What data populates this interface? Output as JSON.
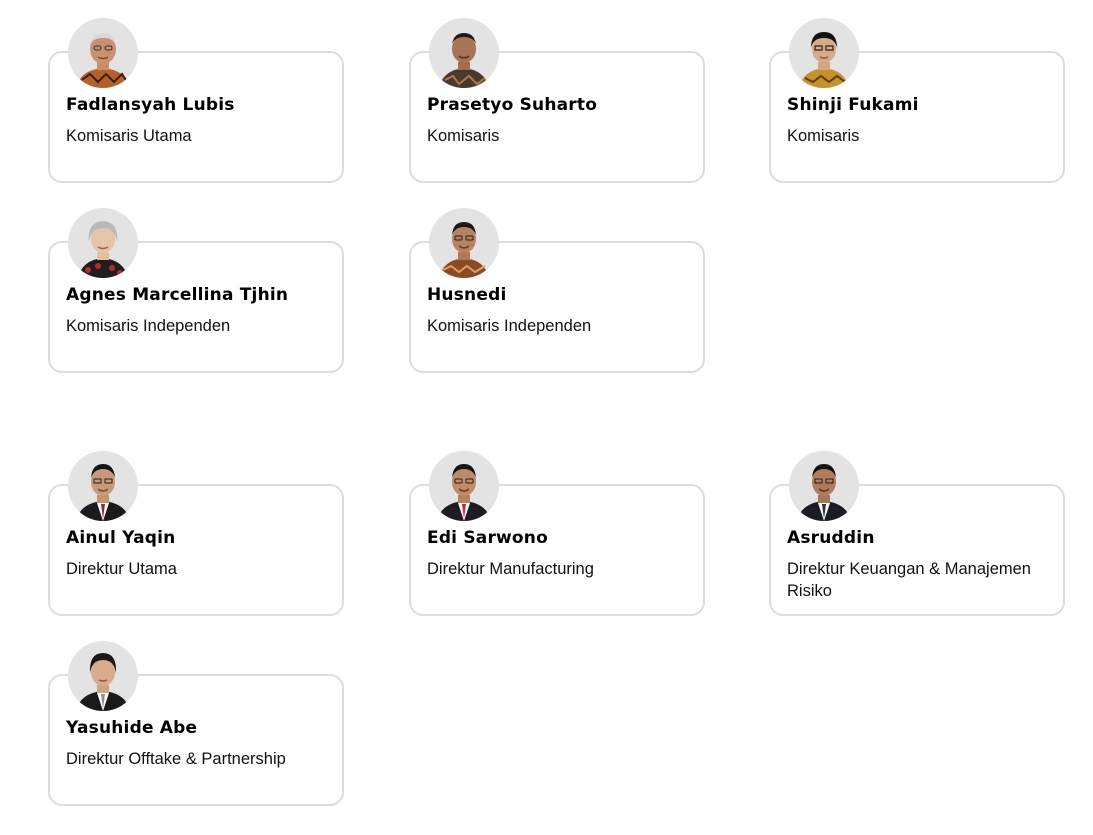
{
  "komisaris": [
    {
      "name": "Fadlansyah Lubis",
      "role": "Komisaris Utama",
      "attire": "batik-orange"
    },
    {
      "name": "Prasetyo Suharto",
      "role": "Komisaris",
      "attire": "batik-dark"
    },
    {
      "name": "Shinji Fukami",
      "role": "Komisaris",
      "attire": "batik-gold"
    },
    {
      "name": "Agnes Marcellina Tjhin",
      "role": "Komisaris Independen",
      "attire": "batik-red-black"
    },
    {
      "name": "Husnedi",
      "role": "Komisaris Independen",
      "attire": "batik-brown"
    }
  ],
  "direksi": [
    {
      "name": "Ainul Yaqin",
      "role": "Direktur Utama",
      "attire": "suit-red-tie"
    },
    {
      "name": "Edi Sarwono",
      "role": "Direktur Manufacturing",
      "attire": "suit-red-tie"
    },
    {
      "name": "Asruddin",
      "role": "Direktur Keuangan & Manajemen Risiko",
      "attire": "suit-dark-tie"
    },
    {
      "name": "Yasuhide Abe",
      "role": "Direktur Offtake & Partnership",
      "attire": "suit-light-tie"
    }
  ],
  "colors": {
    "card_border": "#dcdcdc",
    "avatar_bg": "#e6e6e6",
    "text": "#000000"
  }
}
